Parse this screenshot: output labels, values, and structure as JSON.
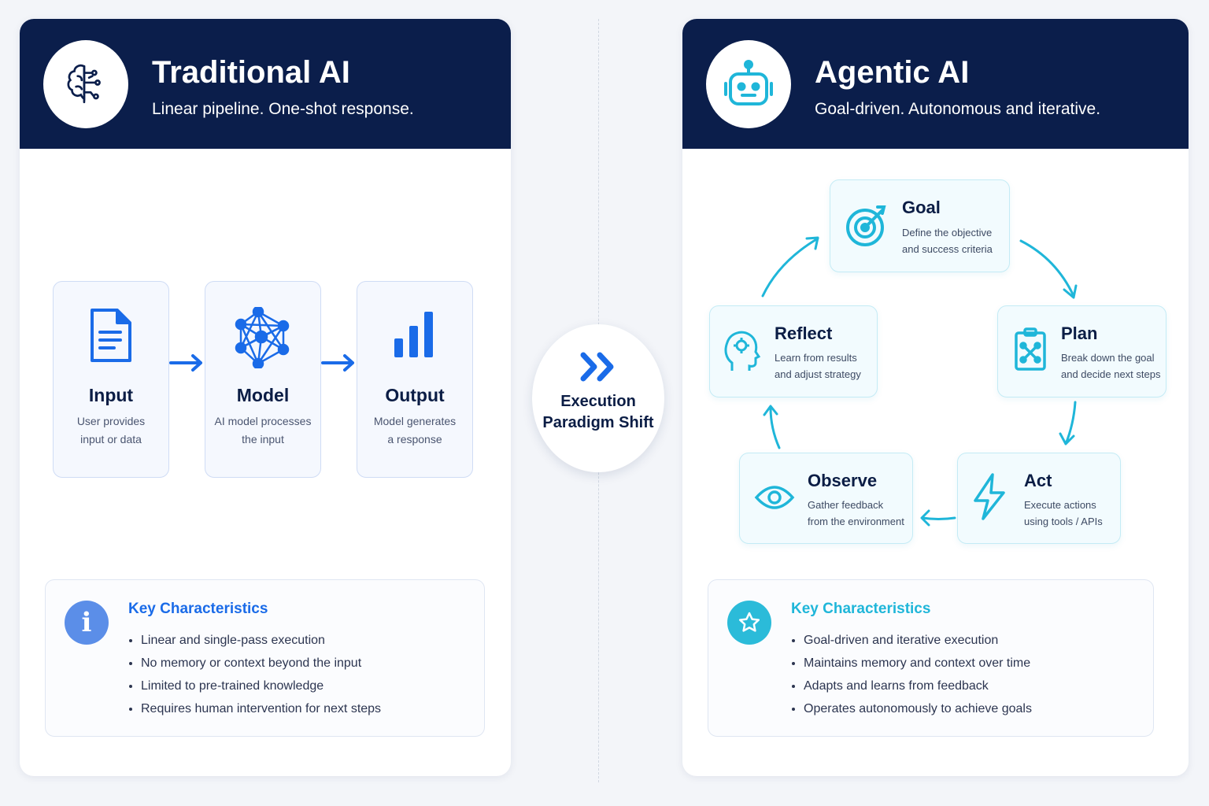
{
  "traditional": {
    "title": "Traditional AI",
    "subtitle": "Linear pipeline. One-shot response.",
    "icon": "brain-circuit-icon",
    "steps": [
      {
        "title": "Input",
        "desc1": "User provides",
        "desc2": "input or data",
        "icon": "document-icon"
      },
      {
        "title": "Model",
        "desc1": "AI model processes",
        "desc2": "the input",
        "icon": "neural-network-icon"
      },
      {
        "title": "Output",
        "desc1": "Model generates",
        "desc2": "a response",
        "icon": "bar-chart-icon"
      }
    ],
    "characteristics": {
      "title": "Key Characteristics",
      "items": [
        "Linear and single-pass execution",
        "No memory or context beyond the input",
        "Limited to pre-trained knowledge",
        "Requires human intervention for next steps"
      ]
    }
  },
  "shift": {
    "label": "Execution Paradigm Shift",
    "icon": "double-chevron-right-icon"
  },
  "agentic": {
    "title": "Agentic AI",
    "subtitle": "Goal-driven. Autonomous and iterative.",
    "icon": "robot-icon",
    "cycle": [
      {
        "title": "Goal",
        "desc1": "Define the objective",
        "desc2": "and success criteria"
      },
      {
        "title": "Plan",
        "desc1": "Break down the goal",
        "desc2": "and decide next steps"
      },
      {
        "title": "Act",
        "desc1": "Execute actions",
        "desc2": "using tools / APIs"
      },
      {
        "title": "Observe",
        "desc1": "Gather feedback",
        "desc2": "from the environment"
      },
      {
        "title": "Reflect",
        "desc1": "Learn from results",
        "desc2": "and adjust strategy"
      }
    ],
    "characteristics": {
      "title": "Key Characteristics",
      "items": [
        "Goal-driven and iterative execution",
        "Maintains memory and context over time",
        "Adapts and learns from feedback",
        "Operates autonomously to achieve goals"
      ]
    }
  },
  "colors": {
    "navy": "#0b1e4b",
    "blue": "#1a6be8",
    "cyan": "#1fb6d9"
  }
}
